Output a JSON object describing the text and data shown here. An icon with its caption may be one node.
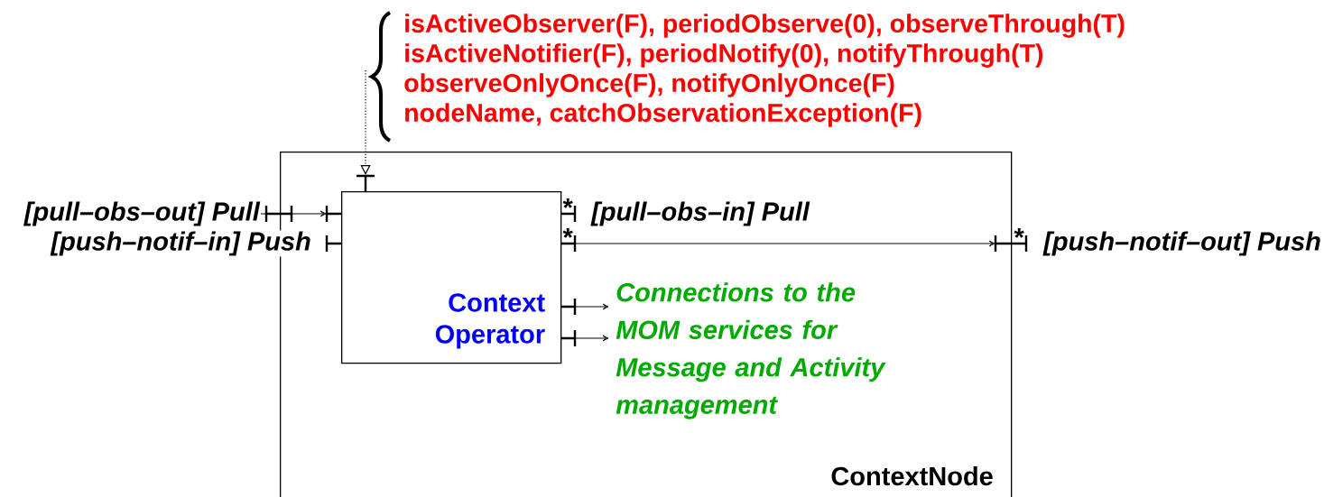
{
  "diagram": {
    "nodes": [
      {
        "text": [
          "ContextNode"
        ]
      },
      {
        "text": [
          "Context Operator"
        ],
        "in": 0
      },
      {
        "text": [
          "isActiveObserver(F), periodObserve(0), observeThrough(T)",
          "isActiveNotifier(F), periodNotify(0), notifyThrough(T)",
          "observeOnlyOnce(F), notifyOnlyOnce(F)",
          "nodeName, catchObservationException(F)"
        ]
      },
      {
        "text": [
          "[pull–obs–out] Pull"
        ]
      },
      {
        "text": [
          "[push–notif–out] Push"
        ]
      },
      {
        "text": [
          "Connections to the MOM services for Message and Activity management"
        ],
        "in": 0
      }
    ],
    "edges": [
      {
        "from": 2,
        "to": 1,
        "arrow": "to",
        "style": "dashed"
      },
      {
        "from": 3,
        "to": 1,
        "arrow": "to"
      },
      {
        "from": 1,
        "to": 4,
        "arrow": "to"
      },
      {
        "from": 1,
        "to": 5,
        "arrow": "to"
      },
      {
        "from": 1,
        "to": 5,
        "arrow": "to"
      }
    ],
    "labels": [
      "[push–notif–in] Push",
      "*",
      "[pull–obs–in] Pull",
      "*",
      "*"
    ]
  }
}
